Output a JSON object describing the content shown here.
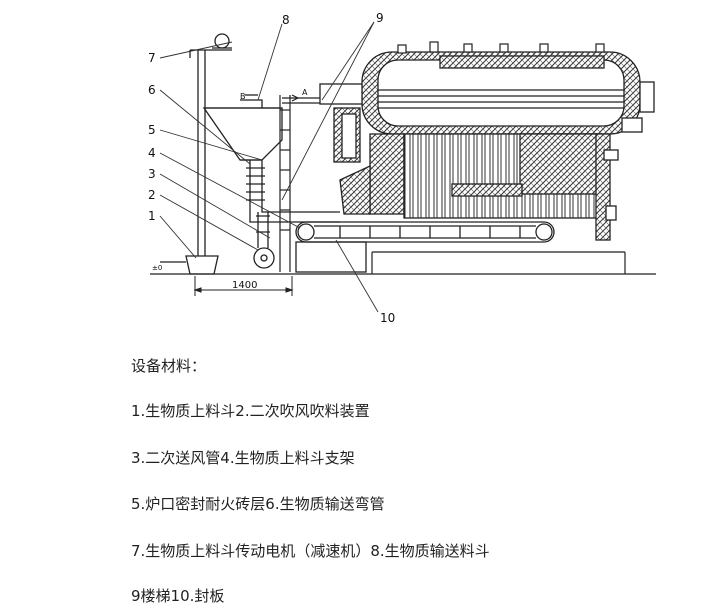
{
  "diagram": {
    "labels": {
      "l1": "1",
      "l2": "2",
      "l3": "3",
      "l4": "4",
      "l5": "5",
      "l6": "6",
      "l7": "7",
      "l8": "8",
      "l9": "9",
      "l10": "10"
    },
    "dimension": "1400",
    "ground_mark": "±0",
    "mark_a": "A",
    "mark_b": "B"
  },
  "text": {
    "heading": "设备材料：",
    "lines": [
      "1.生物质上料斗2.二次吹风吹料装置",
      "3.二次送风管4.生物质上料斗支架",
      "5.炉口密封耐火砖层6.生物质输送弯管",
      "7.生物质上料斗传动电机（减速机）8.生物质输送料斗",
      "9楼梯10.封板"
    ]
  }
}
